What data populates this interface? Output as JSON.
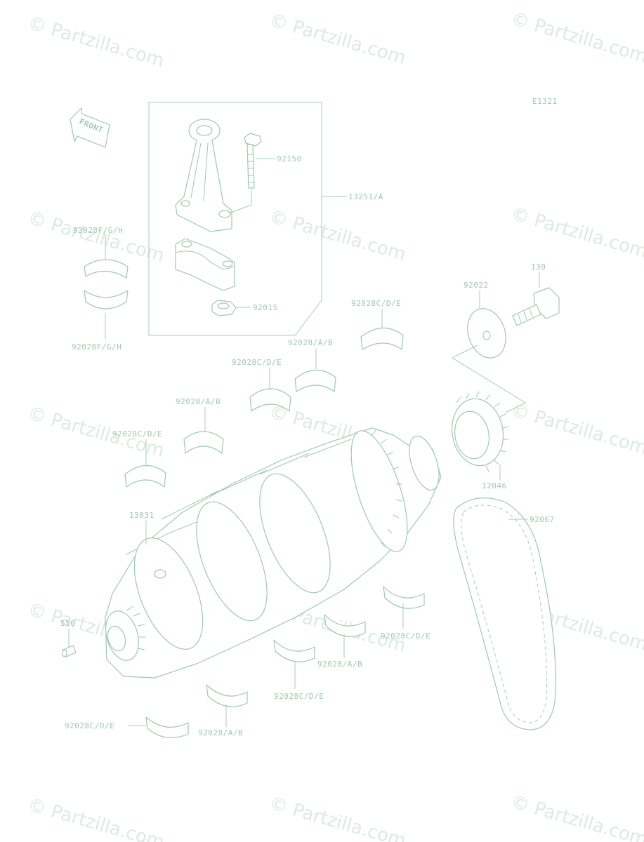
{
  "diagram": {
    "code": "E1321",
    "front_label": "FRONT",
    "watermark": "© Partzilla.com",
    "colors": {
      "line": "#9fc8b3",
      "watermark": "#dcebe3",
      "background": "#ffffff"
    }
  },
  "callouts": {
    "c92150": "92150",
    "c13251": "13251/A",
    "c92028fgh_top": "92028F/G/H",
    "c92028fgh_bot": "92028F/G/H",
    "c92015": "92015",
    "c130": "130",
    "c92022": "92022",
    "c92028cde_1": "92028C/D/E",
    "c92028ab_1": "92028/A/B",
    "c92028cde_2": "92028C/D/E",
    "c92028ab_2": "92028/A/B",
    "c92028cde_3": "92028C/D/E",
    "c12046": "12046",
    "c13031": "13031",
    "c92067": "92067",
    "c556": "556",
    "c92028cde_4": "92028C/D/E",
    "c92028ab_3": "92028/A/B",
    "c92028cde_5": "92028C/D/E",
    "c92028cde_6": "92028C/D/E",
    "c92028ab_4": "92028/A/B"
  }
}
